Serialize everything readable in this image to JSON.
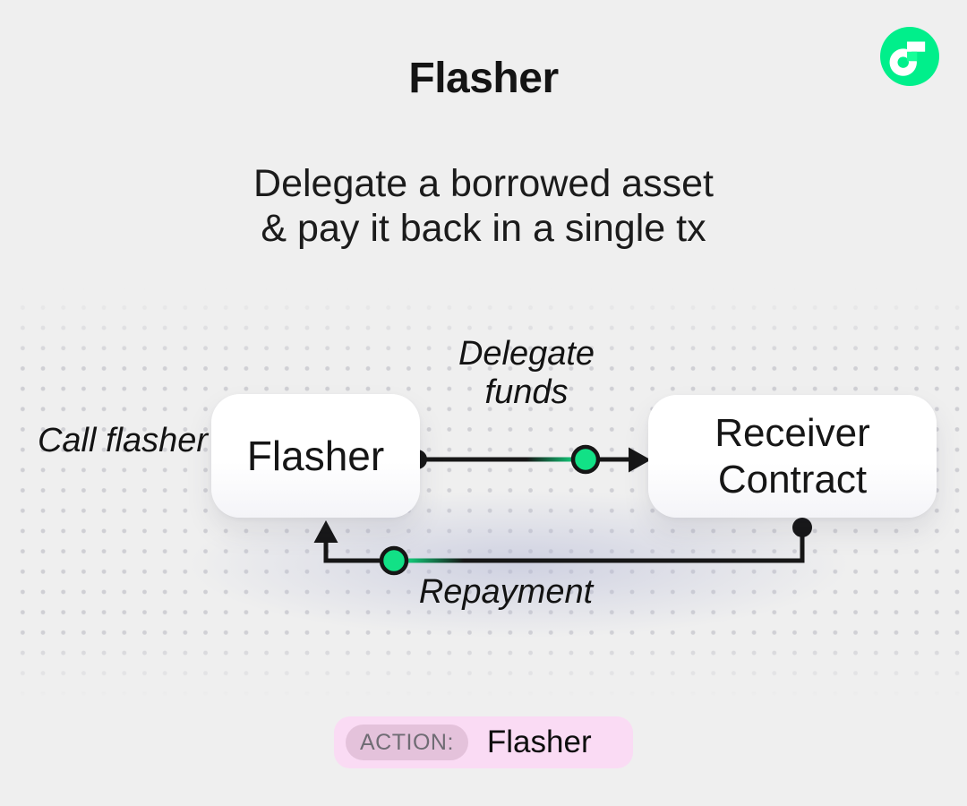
{
  "header": {
    "title": "Flasher",
    "subtitle_line1": "Delegate a borrowed asset",
    "subtitle_line2": "& pay it back in a single tx"
  },
  "logo": {
    "name": "Flow"
  },
  "diagram": {
    "side_label": "Call flasher",
    "nodes": [
      {
        "id": "flasher",
        "label": "Flasher"
      },
      {
        "id": "receiver",
        "label": "Receiver Contract"
      }
    ],
    "edges": [
      {
        "from": "flasher",
        "to": "receiver",
        "label": "Delegate funds",
        "direction": "right"
      },
      {
        "from": "receiver",
        "to": "flasher",
        "label": "Repayment",
        "direction": "left"
      }
    ]
  },
  "action_badge": {
    "label": "ACTION:",
    "value": "Flasher"
  },
  "colors": {
    "bg": "#EFEFEF",
    "ink": "#141414",
    "line": "#161616",
    "accent": "#12E186",
    "logo-green": "#00EF8B",
    "logo-mint": "#16FF99",
    "badge-bg": "#FADBF4",
    "badge-chip": "#E4C2DB",
    "badge-label": "#6F6C74",
    "dot": "#CFCFD4"
  }
}
